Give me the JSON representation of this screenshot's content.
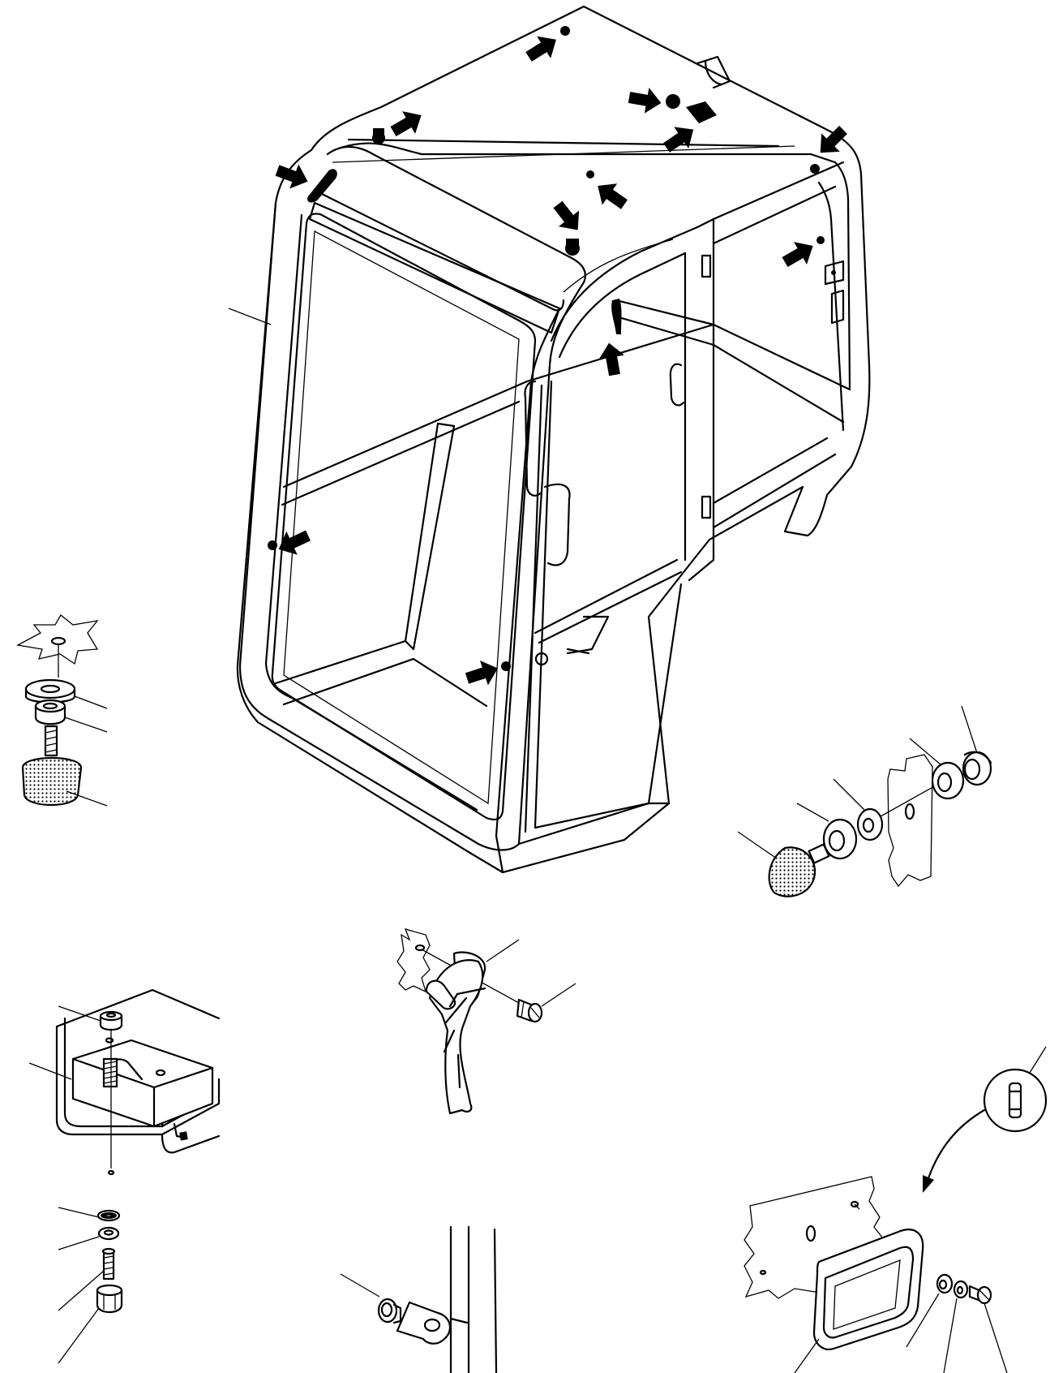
{
  "diagram": {
    "background": "#ffffff",
    "ink": "#000000",
    "components": [
      "cab-frame",
      "rubber-mount-left",
      "rubber-mount-right",
      "door-latch-bracket",
      "door-handle-lever",
      "door-stop-pin",
      "dome-lamp"
    ]
  }
}
